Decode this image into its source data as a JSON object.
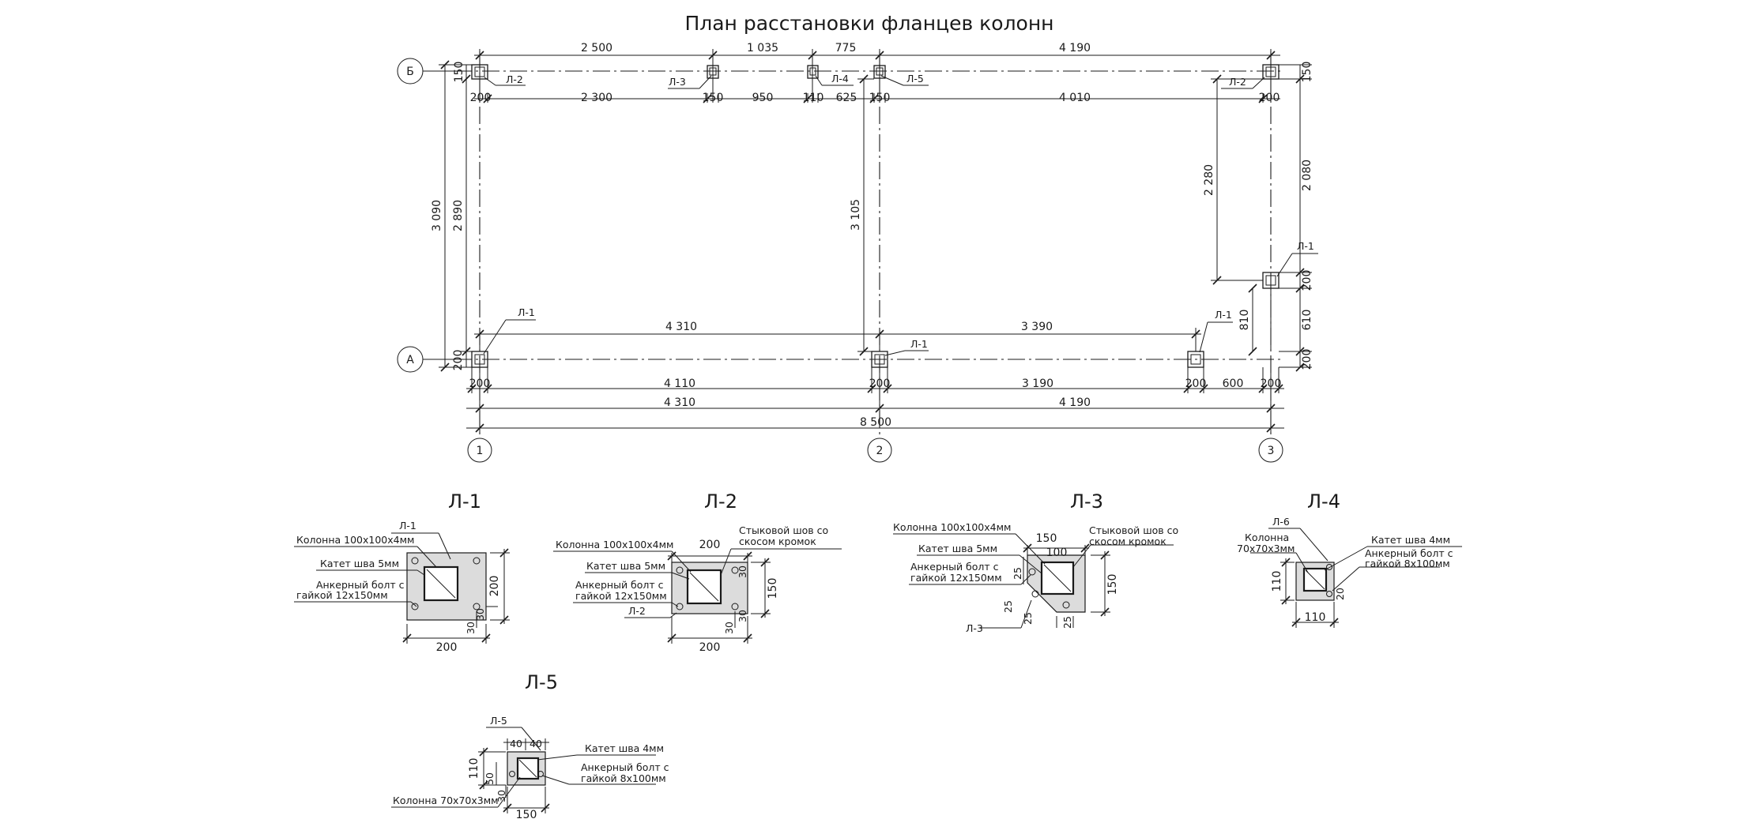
{
  "title": "План расстановки фланцев колонн",
  "axes": {
    "row_b": "Б",
    "row_a": "А",
    "col_1": "1",
    "col_2": "2",
    "col_3": "3"
  },
  "top_dims": {
    "row1": [
      "2 500",
      "1 035",
      "775",
      "4 190"
    ],
    "row2": [
      "200",
      "2 300",
      "150",
      "950",
      "110",
      "625",
      "150",
      "4 010",
      "200"
    ],
    "right_150": "150",
    "left_150": "150"
  },
  "left_dims": {
    "outer": "3 090",
    "inner": "2 890",
    "bottom": "200"
  },
  "middle_dims": {
    "v2": "3 105",
    "v3a": "2 280",
    "v3b": "2 080",
    "v_200": "200",
    "v_610": "610",
    "v_810": "810",
    "v_200b": "200"
  },
  "row_a_dims": {
    "d1": "4 310",
    "d2": "3 390"
  },
  "bottom_dims": {
    "row1": [
      "200",
      "4 110",
      "200",
      "3 190",
      "200",
      "600",
      "200"
    ],
    "row2": [
      "4 310",
      "4 190"
    ],
    "total": "8 500"
  },
  "tags": {
    "l1": "Л-1",
    "l2": "Л-2",
    "l3": "Л-3",
    "l4": "Л-4",
    "l5": "Л-5",
    "l6": "Л-6"
  },
  "details": {
    "d1": {
      "title": "Л-1",
      "tag": "Л-1",
      "col": "Колонна 100х100х4мм",
      "weld": "Катет шва 5мм",
      "bolt1": "Анкерный болт с",
      "bolt2": "гайкой 12х150мм",
      "w": "200",
      "h": "200",
      "e1": "30",
      "e2": "30"
    },
    "d2": {
      "title": "Л-2",
      "tag": "Л-2",
      "col": "Колонна 100х100х4мм",
      "seam1": "Стыковой шов со",
      "seam2": "скосом кромок",
      "weld": "Катет шва 5мм",
      "bolt1": "Анкерный болт с",
      "bolt2": "гайкой 12х150мм",
      "w_top": "200",
      "w_bot": "200",
      "h": "150",
      "e1": "30",
      "e2": "30",
      "e3": "30"
    },
    "d3": {
      "title": "Л-3",
      "tag": "Л-3",
      "col": "Колонна 100х100х4мм",
      "weld": "Катет шва 5мм",
      "seam1": "Стыковой шов со",
      "seam2": "скосом кромок",
      "bolt1": "Анкерный болт с",
      "bolt2": "гайкой 12х150мм",
      "w150": "150",
      "w100": "100",
      "h150": "150",
      "d25": "25"
    },
    "d4": {
      "title": "Л-4",
      "tag": "Л-6",
      "col1": "Колонна",
      "col2": "70х70х3мм",
      "weld": "Катет шва 4мм",
      "bolt1": "Анкерный болт с",
      "bolt2": "гайкой 8х100мм",
      "w": "110",
      "h": "110",
      "e": "20"
    },
    "d5": {
      "title": "Л-5",
      "tag": "Л-5",
      "col": "Колонна 70х70х3мм",
      "weld": "Катет шва 4мм",
      "bolt1": "Анкерный болт с",
      "bolt2": "гайкой 8х100мм",
      "w": "150",
      "h": "110",
      "e40a": "40",
      "e40b": "40",
      "e50": "50",
      "e30": "30"
    }
  }
}
